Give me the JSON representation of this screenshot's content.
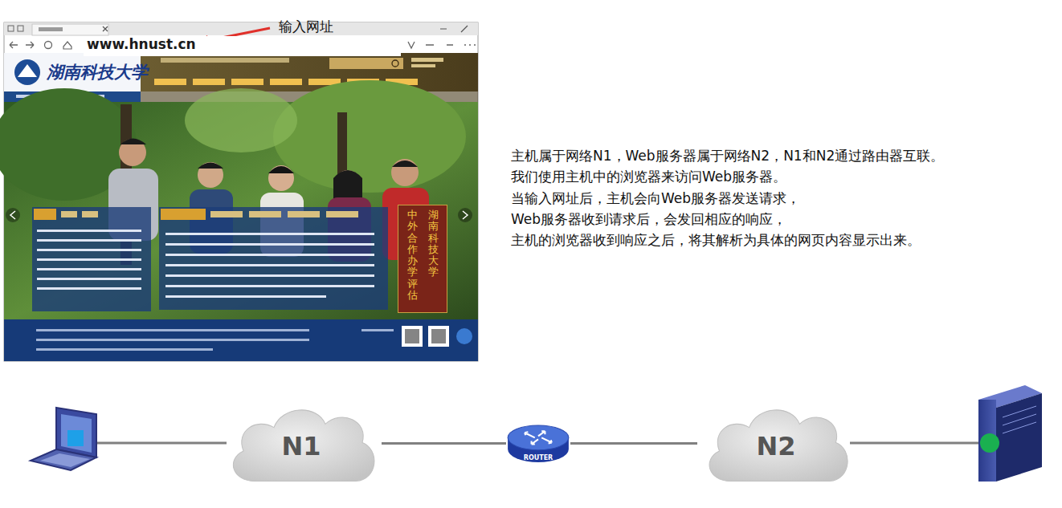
{
  "diagram": {
    "nodes": [
      {
        "text": [
          "www.hnust.cn"
        ]
      },
      {
        "text": [
          "湖南科技大学",
          "中外合作办学评估"
        ]
      },
      {
        "text": [
          "N1"
        ]
      },
      {
        "text": [
          "ROUTER"
        ]
      },
      {
        "text": [
          "N2"
        ]
      }
    ],
    "edges": [
      {
        "from": 2,
        "to": 3,
        "arrow": "none"
      },
      {
        "from": 3,
        "to": 4,
        "arrow": "none"
      }
    ],
    "labels": [
      "输入网址",
      "湖南科技大学",
      "主机属于网络N1，Web服务器属于网络N2，N1和N2通过路由器互联。",
      "我们使用主机中的浏览器来访问Web服务器。",
      "当输入网址后，主机会向Web服务器发送请求，",
      "Web服务器收到请求后，会发回相应的响应，",
      "主机的浏览器收到响应之后，将其解析为具体的网页内容显示出来。"
    ]
  }
}
